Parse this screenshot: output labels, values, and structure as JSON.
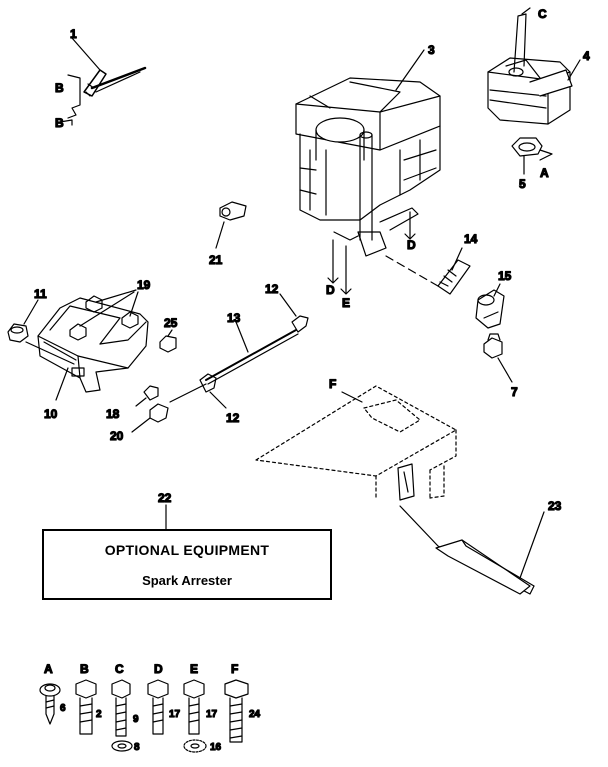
{
  "callouts": {
    "p1": "1",
    "p2": "2",
    "p3": "3",
    "p4": "4",
    "p5": "5",
    "p6": "6",
    "p7": "7",
    "p8": "8",
    "p9": "9",
    "p10": "10",
    "p11": "11",
    "p12": "12",
    "p13": "13",
    "p14": "14",
    "p15": "15",
    "p16": "16",
    "p17": "17",
    "p18": "18",
    "p19": "19",
    "p20": "20",
    "p21": "21",
    "p22": "22",
    "p23": "23",
    "p24": "24",
    "p25": "25"
  },
  "letters": {
    "A": "A",
    "B": "B",
    "C": "C",
    "D": "D",
    "E": "E",
    "F": "F"
  },
  "optional_box": {
    "title": "OPTIONAL EQUIPMENT",
    "subtitle": "Spark Arrester"
  }
}
